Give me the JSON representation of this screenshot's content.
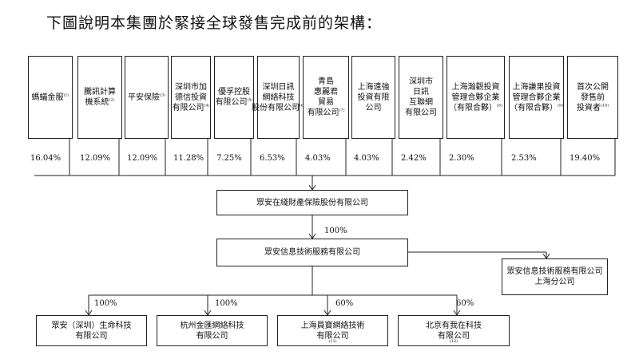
{
  "title": "下圖說明本集團於緊接全球發售完成前的架構：",
  "shareholders": [
    {
      "lines": [
        "螞蟻金服"
      ],
      "note": "(1)",
      "pct": "16.04%"
    },
    {
      "lines": [
        "騰訊計算",
        "機系統"
      ],
      "note": "(2)",
      "pct": "12.09%"
    },
    {
      "lines": [
        "平安保險"
      ],
      "note": "(3)",
      "pct": "12.09%"
    },
    {
      "lines": [
        "深圳市加",
        "德信投資",
        "有限公司"
      ],
      "note": "(4)",
      "pct": "11.28%"
    },
    {
      "lines": [
        "優孚控股",
        "有限公司"
      ],
      "note": "(5)",
      "pct": "7.25%"
    },
    {
      "lines": [
        "深圳日訊",
        "網絡科技",
        "股份有限公司"
      ],
      "note": "(6)",
      "pct": "6.53%"
    },
    {
      "lines": [
        "青島",
        "惠麗君",
        "貿易",
        "有限公司"
      ],
      "note": "(7)",
      "pct": "4.03%"
    },
    {
      "lines": [
        "上海遠強",
        "投資有限",
        "公司"
      ],
      "note": "",
      "pct": "4.03%"
    },
    {
      "lines": [
        "深圳市",
        "日訊",
        "互聯網",
        "有限公司"
      ],
      "note": "",
      "pct": "2.42%"
    },
    {
      "lines": [
        "上海瀚觀投資",
        "管理合夥企業",
        "（有限合夥）"
      ],
      "note": "(8)",
      "pct": "2.30%"
    },
    {
      "lines": [
        "上海謙果投資",
        "管理合夥企業",
        "（有限合夥）"
      ],
      "note": "(9)",
      "pct": "2.53%"
    },
    {
      "lines": [
        "首次公開",
        "發售前",
        "投資者"
      ],
      "note": "(10)",
      "pct": "19.40%"
    }
  ],
  "company": {
    "label": "眾安在綫財產保險股份有限公司"
  },
  "company_pct": "100%",
  "service_co": {
    "label": "眾安信息技術服務有限公司"
  },
  "shanghai_branch": {
    "lines": [
      "眾安信息技術服務有限公司",
      "上海分公司"
    ]
  },
  "subsidiaries": [
    {
      "lines": [
        "眾安（深圳）生命科技",
        "有限公司"
      ],
      "note": "",
      "pct": "100%"
    },
    {
      "lines": [
        "杭州金匯網絡科技",
        "有限公司"
      ],
      "note": "",
      "pct": "100%"
    },
    {
      "lines": [
        "上海員寶網絡技術",
        "有限公司"
      ],
      "note": "(11)",
      "pct": "60%"
    },
    {
      "lines": [
        "北京有我在科技",
        "有限公司"
      ],
      "note": "(12)",
      "pct": "60%"
    }
  ]
}
